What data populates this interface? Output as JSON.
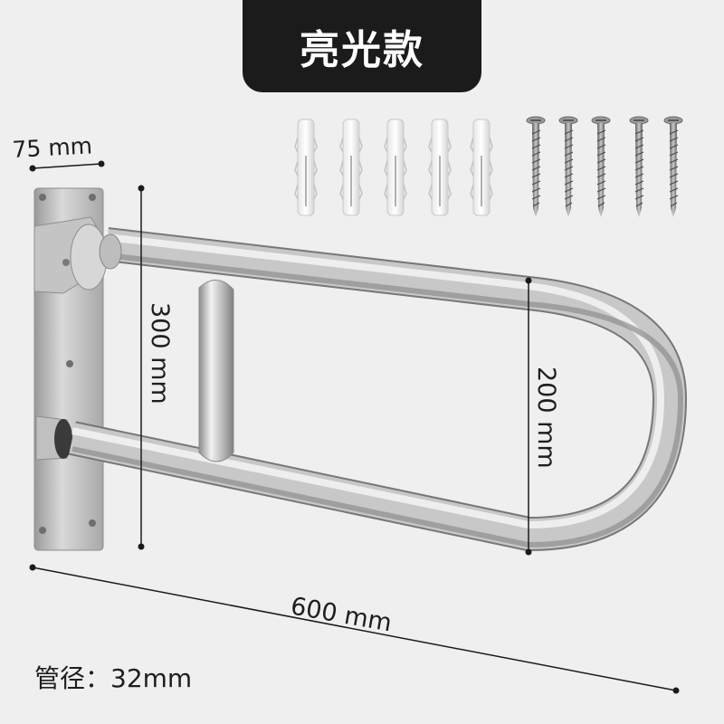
{
  "title": "亮光款",
  "dimensions": {
    "mount_width": "75 mm",
    "height": "300 mm",
    "inner_height": "200 mm",
    "length": "600 mm"
  },
  "spec": {
    "label": "管径：",
    "value": "32mm"
  },
  "accessories": {
    "wall_anchors": 5,
    "screws": 5
  },
  "colors": {
    "background": "#efefef",
    "badge": "#1b1b1b",
    "steel": "#b9b9b9"
  }
}
